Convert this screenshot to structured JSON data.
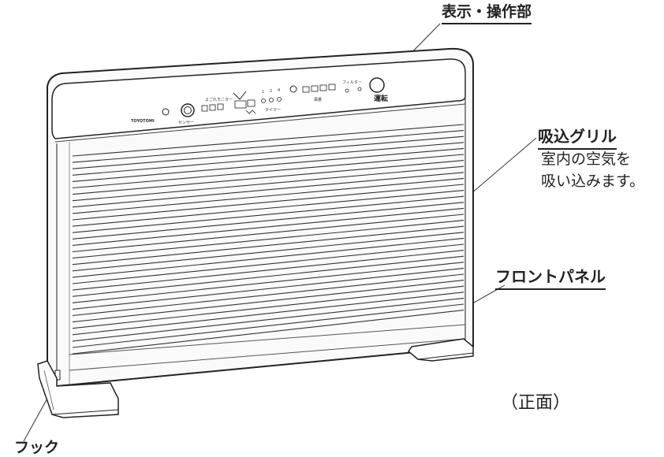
{
  "labels": {
    "control_panel": "表示・操作部",
    "intake_grille": "吸込グリル",
    "intake_desc_line1": "室内の空気を",
    "intake_desc_line2": "吸い込みます。",
    "front_panel": "フロントパネル",
    "view": "（正面）",
    "hook": "フック"
  },
  "device_panel": {
    "brand": "TOYOTOMI",
    "dirt_monitor": "よごれモニター",
    "sensor_label": "センサー",
    "timer_numbers": [
      "1",
      "2",
      "4"
    ],
    "timer_label": "タイマー",
    "filter_label": "フィルター",
    "run_button": "運転",
    "airflow_label": "風量"
  }
}
